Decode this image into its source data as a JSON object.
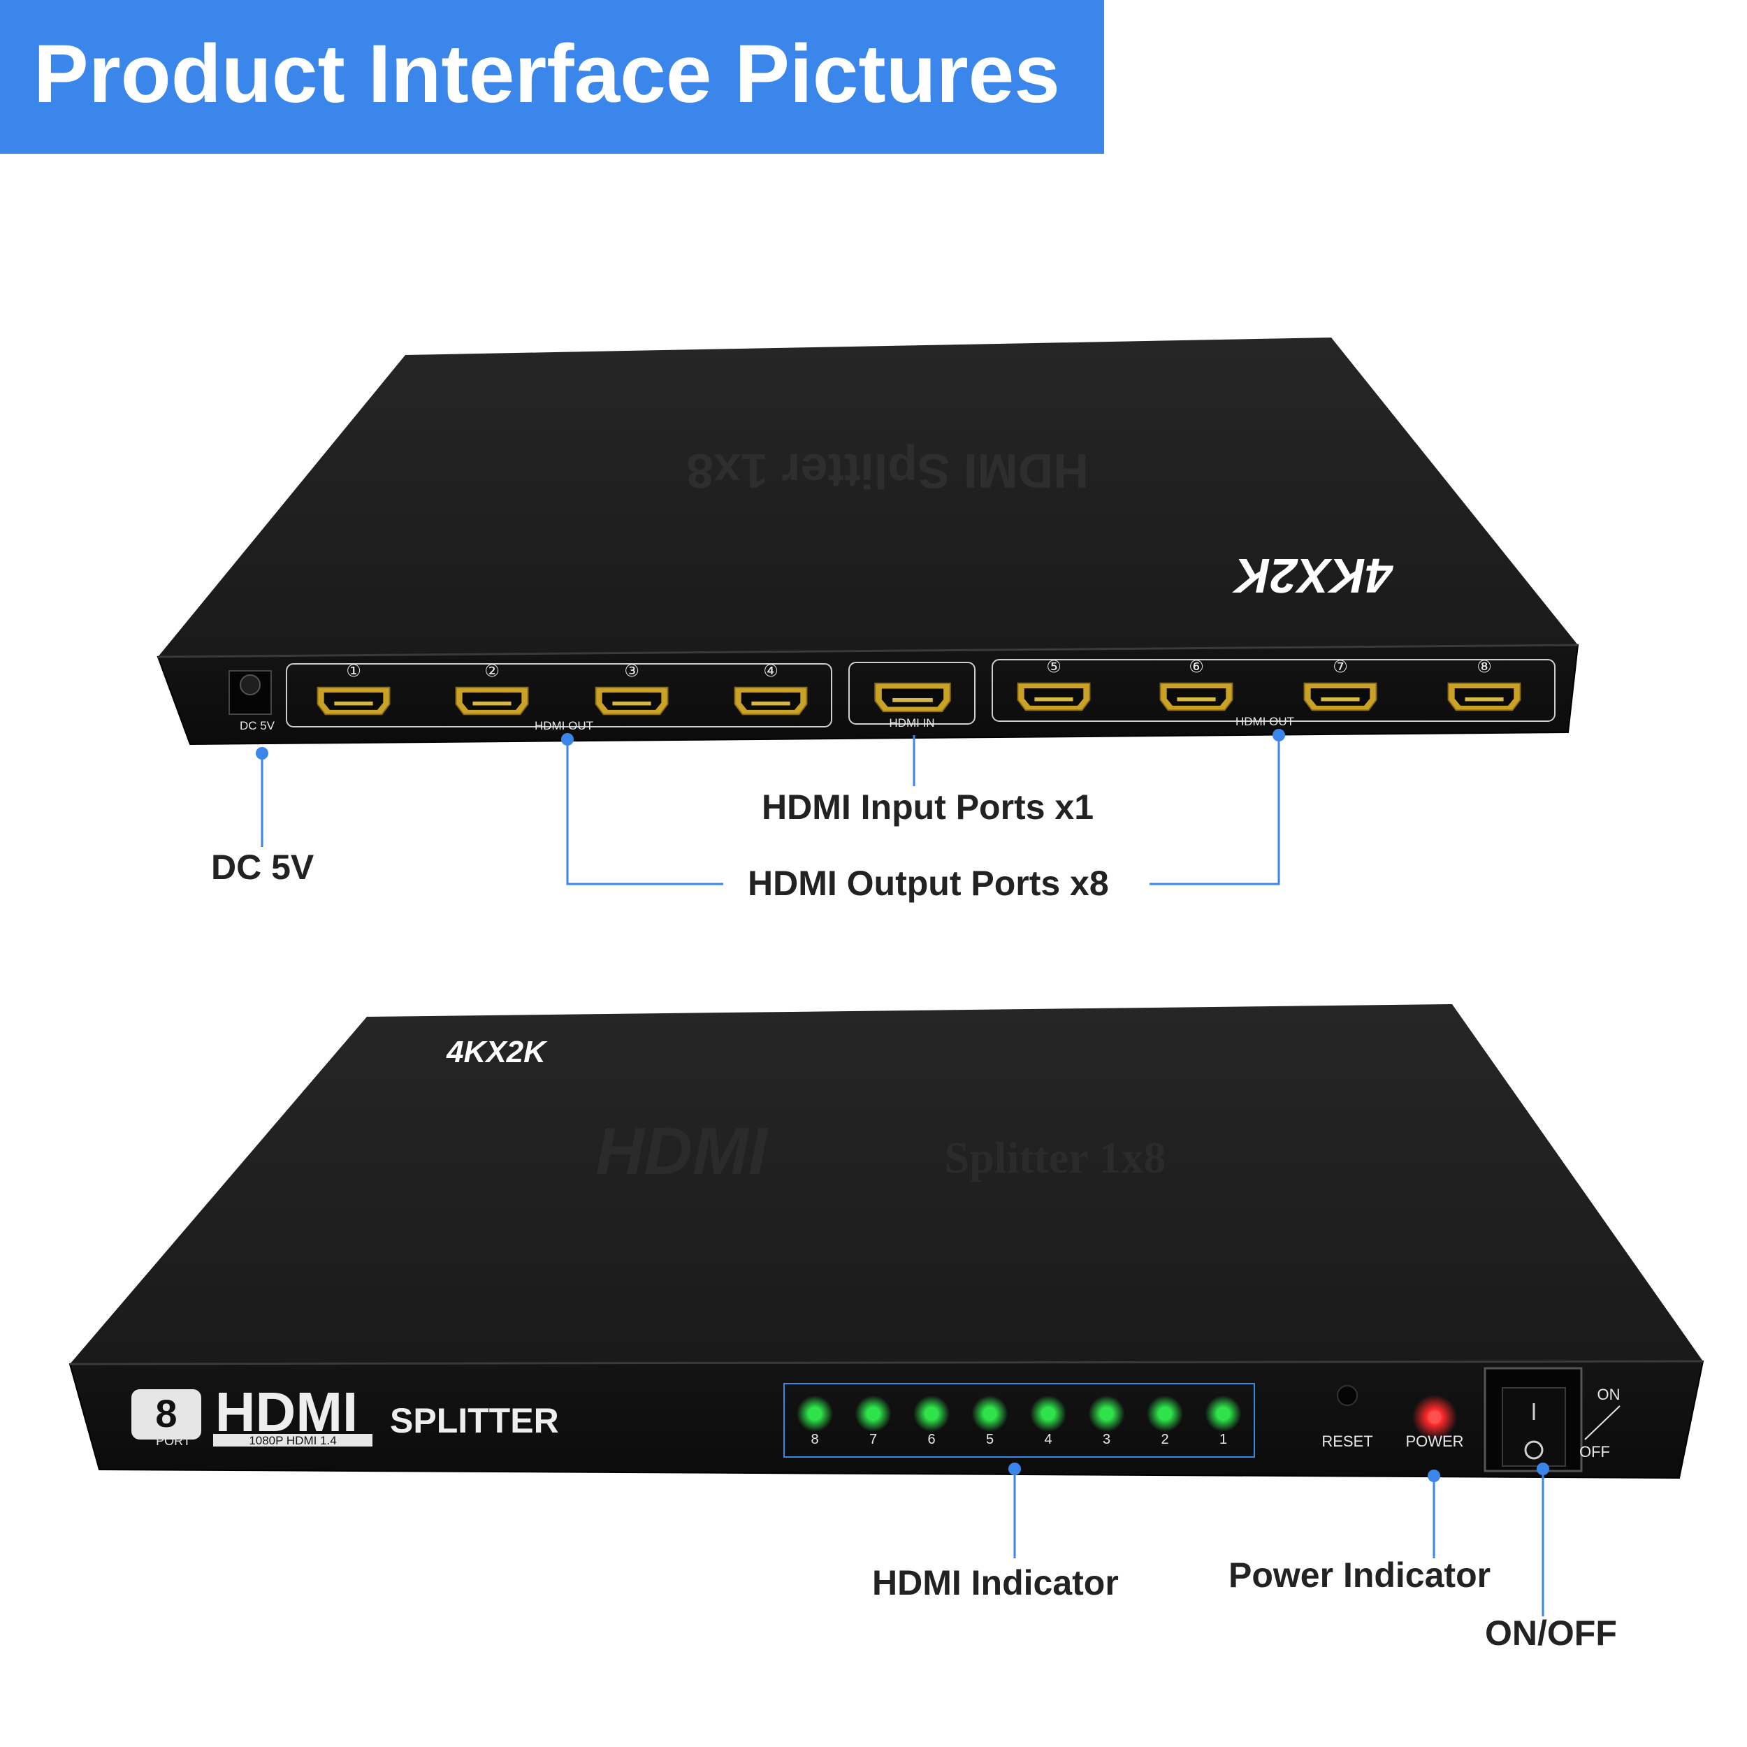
{
  "banner": {
    "title": "Product Interface Pictures",
    "color": "#3a86ea"
  },
  "rear_panel": {
    "top_text": "HDMI Splitter 1x8",
    "brand_text": "4KX2K",
    "power_jack_label": "DC 5V",
    "output_group_label": "HDMI OUT",
    "input_label": "HDMI IN",
    "port_numbers_left": [
      "①",
      "②",
      "③",
      "④"
    ],
    "port_numbers_right": [
      "⑤",
      "⑥",
      "⑦",
      "⑧"
    ]
  },
  "front_panel": {
    "top_brand": "4KX2K",
    "top_text_hdmi": "HDMI",
    "top_text_model": "Splitter 1x8",
    "logo_port_count": "8",
    "logo_port_label": "PORT",
    "logo_hdmi": "HDMI",
    "logo_sub": "1080P HDMI 1.4",
    "logo_splitter": "SPLITTER",
    "led_numbers": [
      "8",
      "7",
      "6",
      "5",
      "4",
      "3",
      "2",
      "1"
    ],
    "reset_label": "RESET",
    "power_label": "POWER",
    "on_label": "ON",
    "off_label": "OFF",
    "led_color": "#2ee24a",
    "power_led_color": "#ff2a2a"
  },
  "callouts": {
    "dc": "DC 5V",
    "input": "HDMI Input Ports x1",
    "output": "HDMI Output Ports x8",
    "hdmi_indicator": "HDMI Indicator",
    "power_indicator": "Power Indicator",
    "onoff": "ON/OFF",
    "line_color": "#3a86ea"
  }
}
